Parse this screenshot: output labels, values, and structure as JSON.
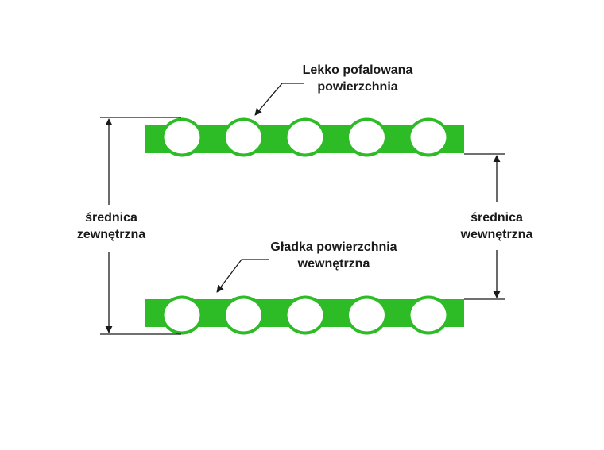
{
  "colors": {
    "pipe_wall": "#2dbb26",
    "line": "#1a1a1a",
    "background": "#ffffff"
  },
  "labels": {
    "wavy_surface": {
      "line1": "Lekko pofalowana",
      "line2": "powierzchnia"
    },
    "smooth_surface": {
      "line1": "Gładka powierzchnia",
      "line2": "wewnętrzna"
    },
    "outer_diameter": {
      "line1": "średnica",
      "line2": "zewnętrzna"
    },
    "inner_diameter": {
      "line1": "średnica",
      "line2": "wewnętrzna"
    }
  },
  "pipe": {
    "corrugation_count": 5
  }
}
